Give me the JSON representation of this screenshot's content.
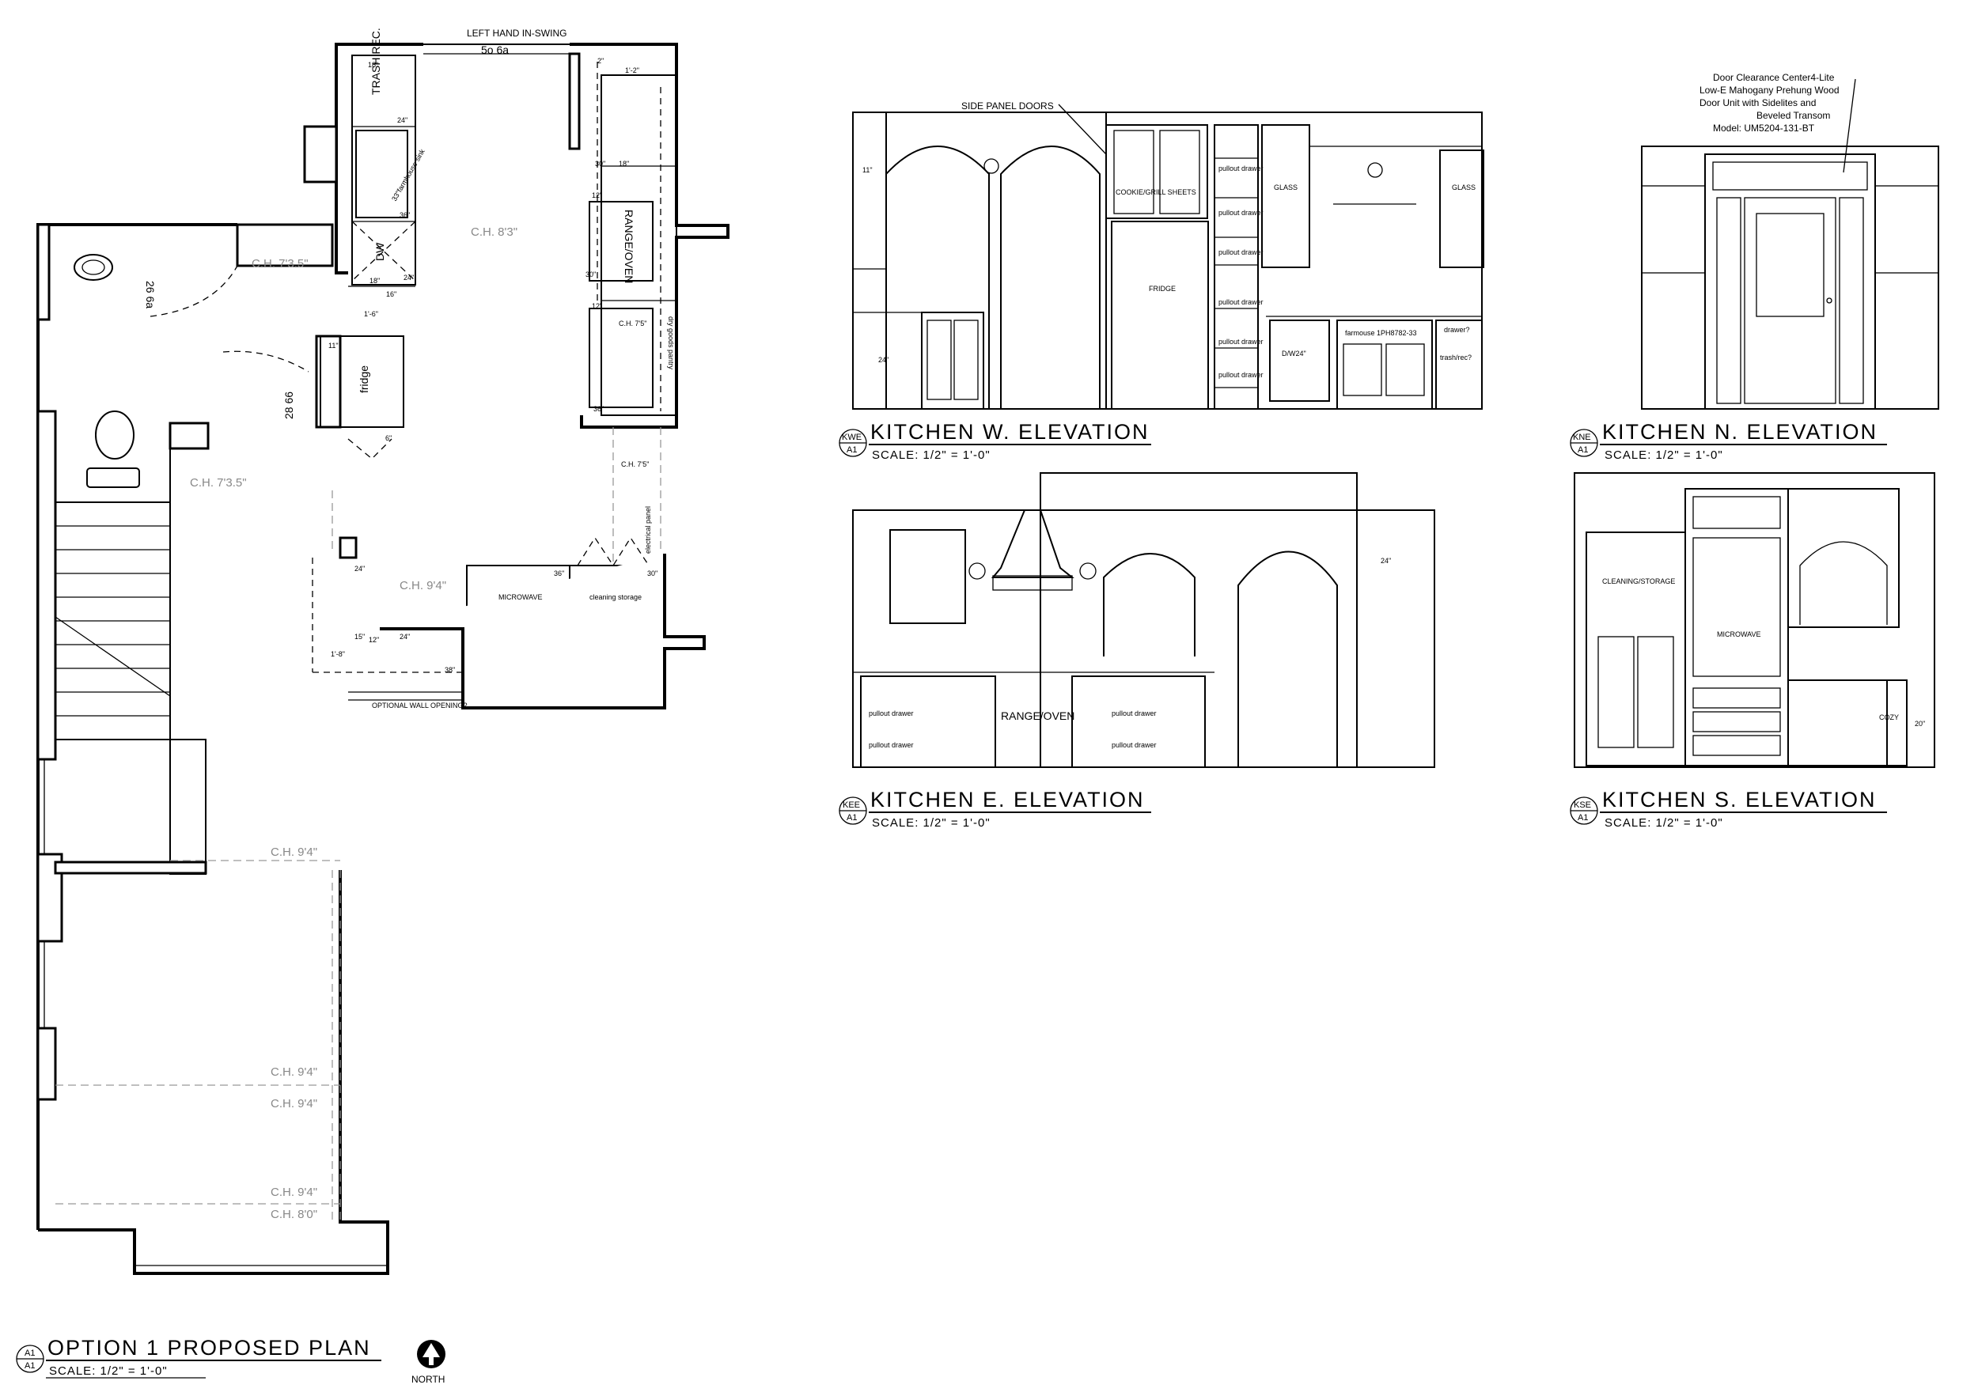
{
  "plan": {
    "title": "OPTION 1 PROPOSED PLAN",
    "scale": "SCALE:  1/2\" = 1'-0\"",
    "tag_top": "A1",
    "tag_bottom": "A1",
    "north_label": "NORTH",
    "door_note": "LEFT HAND IN-SWING",
    "labels": {
      "door_size": "5o 6a",
      "trash_rec": "TRASH REC.",
      "sink": "33\"farmhouse sink",
      "dw": "DW",
      "range_oven": "RANGE/OVEN",
      "fridge": "fridge",
      "microwave": "MICROWAVE",
      "cleaning_storage": "cleaning storage",
      "electrical_panel": "electrical panel",
      "pantry": "dry goods pantry",
      "optional_wall": "OPTIONAL WALL OPENING?",
      "door_26": "26 6a",
      "door_28": "28 66"
    },
    "ceiling_heights": {
      "kitchen": "C.H. 8'3\"",
      "powder": "C.H. 7'3.5\"",
      "hall": "C.H. 7'3.5\"",
      "nook": "C.H. 9'4\"",
      "pantry_a": "C.H. 7'5\"",
      "pantry_b": "C.H. 7'5\"",
      "living_1": "C.H. 9'4\"",
      "living_2": "C.H. 9'4\"",
      "living_3": "C.H. 9'4\"",
      "living_4": "C.H. 9'4\"",
      "entry": "C.H. 8'0\""
    },
    "dims": {
      "d18a": "18\"",
      "d24a": "24\"",
      "d36a": "36\"",
      "d18b": "18\"",
      "d24b": "24\"",
      "d16": "16\"",
      "d1_6": "1'-6\"",
      "d11": "11\"",
      "d6": "6\"",
      "d2": "2\"",
      "d1_2": "1'-2\"",
      "d30": "30\"",
      "d18c": "18\"",
      "d12a": "12\"",
      "d30b": "30\"",
      "d12b": "12\"",
      "d36b": "36\"",
      "d24c": "24\"",
      "d36c": "36\"",
      "d30c": "30\"",
      "d15": "15\"",
      "d12c": "12\"",
      "d24d": "24\"",
      "d1_8": "1'-8\"",
      "d38": "38\""
    }
  },
  "elevations": {
    "west": {
      "tag": "KWE",
      "sheet": "A1",
      "title": "KITCHEN W. ELEVATION",
      "scale": "SCALE:  1/2\" = 1'-0\"",
      "note": "SIDE PANEL DOORS",
      "labels": {
        "cookie": "COOKIE/GRILL SHEETS",
        "fridge": "FRIDGE",
        "glass1": "GLASS",
        "glass2": "GLASS",
        "pullout1": "pullout drawer",
        "pullout2": "pullout drawer",
        "pullout3": "pullout drawer",
        "pullout4": "pullout drawer",
        "pullout5": "pullout drawer",
        "pullout6": "pullout drawer",
        "dw": "D/W24\"",
        "sink": "farmouse 1PH8782-33",
        "drawer": "drawer?",
        "trash": "trash/rec?",
        "dim11": "11\"",
        "dim24": "24\""
      }
    },
    "north": {
      "tag": "KNE",
      "sheet": "A1",
      "title": "KITCHEN N. ELEVATION",
      "scale": "SCALE:  1/2\" = 1'-0\"",
      "note": [
        "Door Clearance Center4-Lite",
        "Low-E Mahogany Prehung Wood",
        "Door Unit with Sidelites and",
        "Beveled Transom",
        "Model: UM5204-131-BT"
      ]
    },
    "east": {
      "tag": "KEE",
      "sheet": "A1",
      "title": "KITCHEN E. ELEVATION",
      "scale": "SCALE:  1/2\" = 1'-0\"",
      "labels": {
        "range": "RANGE/OVEN",
        "pullout1": "pullout drawer",
        "pullout2": "pullout drawer",
        "pullout3": "pullout drawer",
        "pullout4": "pullout drawer",
        "dim24": "24\""
      }
    },
    "south": {
      "tag": "KSE",
      "sheet": "A1",
      "title": "KITCHEN S. ELEVATION",
      "scale": "SCALE:  1/2\" = 1'-0\"",
      "labels": {
        "cleaning": "CLEANING/STORAGE",
        "microwave": "MICROWAVE",
        "cozy": "COZY",
        "dim20": "20\""
      }
    }
  }
}
